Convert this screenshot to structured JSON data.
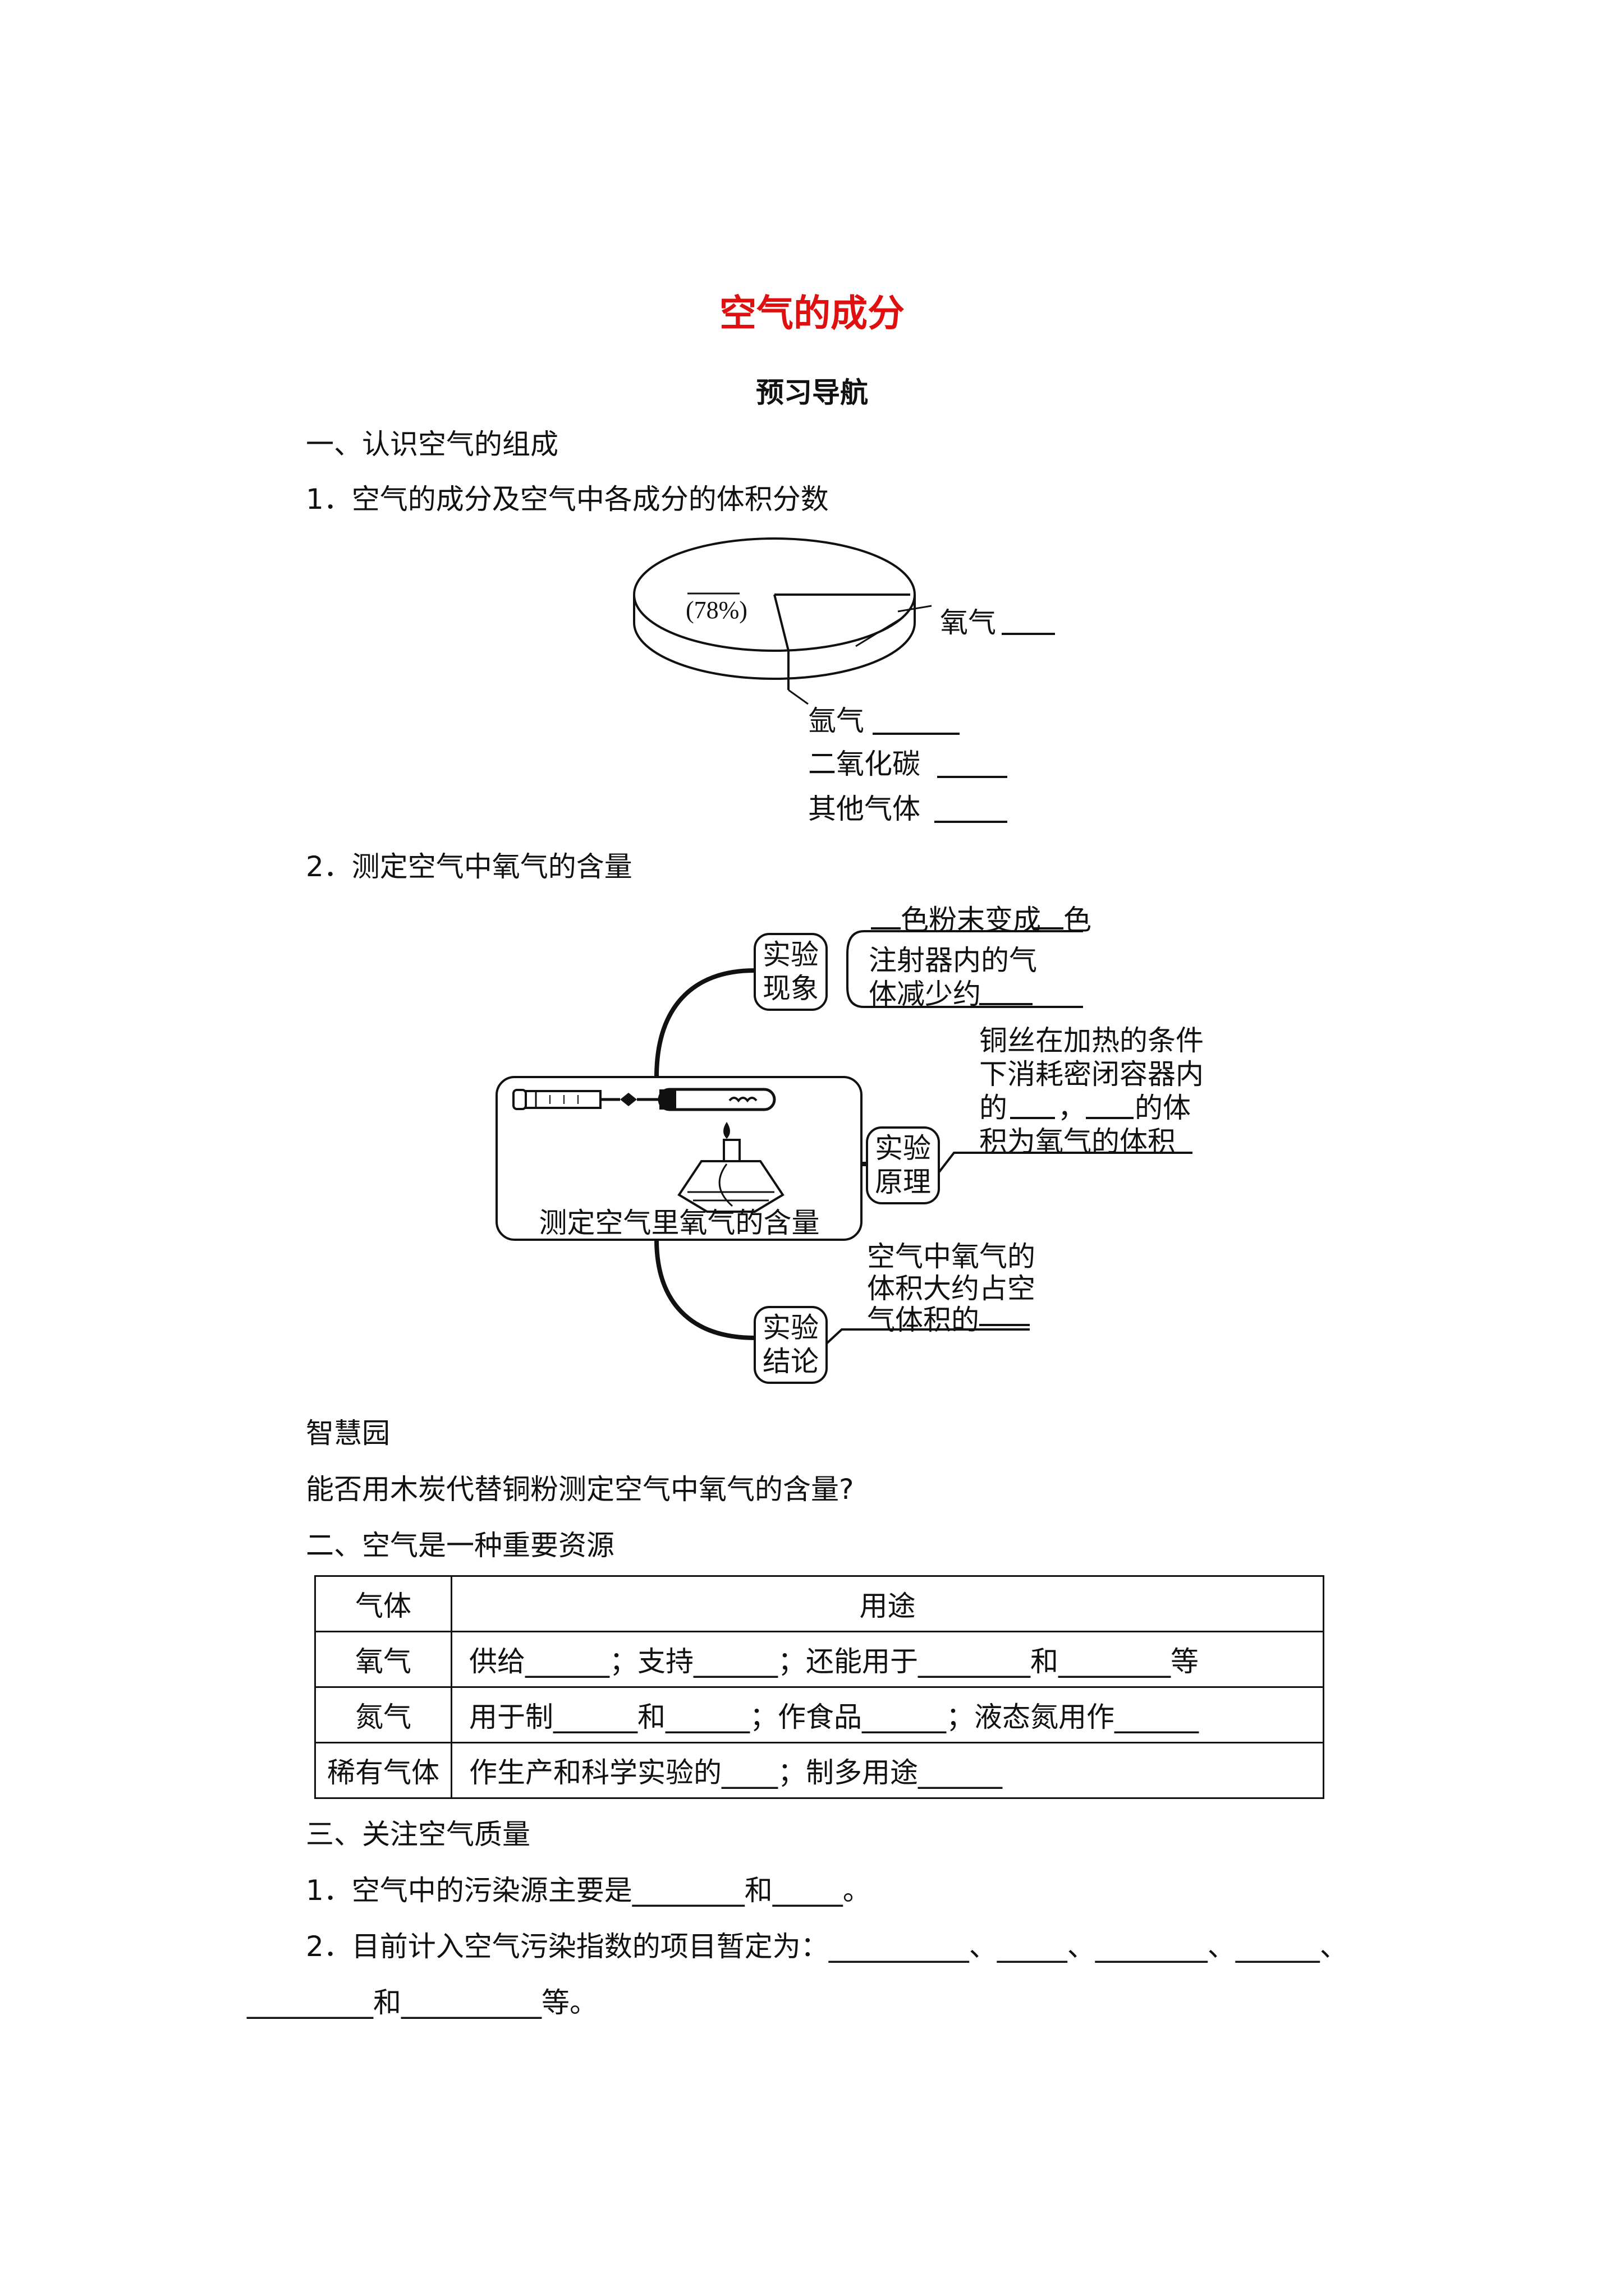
{
  "title": "空气的成分",
  "subtitle": "预习导航",
  "sections": {
    "s1_heading": "一、认识空气的组成",
    "s1_item1": "1．空气的成分及空气中各成分的体积分数",
    "s1_item2": "2．测定空气中氧气的含量",
    "wisdom_heading": "智慧园",
    "wisdom_question": "能否用木炭代替铜粉测定空气中氧气的含量?",
    "s2_heading": "二、空气是一种重要资源",
    "s3_heading": "三、关注空气质量",
    "s3_item1": "1．空气中的污染源主要是________和_____。",
    "s3_item2a": "2．目前计入空气污染指数的项目暂定为：__________、_____、________、______、",
    "s3_item2b": "_________和__________等。"
  },
  "pie": {
    "nitrogen_label": "(78%)",
    "oxygen_label": "氧气",
    "argon_label": "氩气",
    "co2_label": "二氧化碳",
    "other_label": "其他气体"
  },
  "mindmap": {
    "center_label": "测定空气里氧气的含量",
    "phenomenon_box": [
      "实验",
      "现象"
    ],
    "principle_box": [
      "实验",
      "原理"
    ],
    "conclusion_box": [
      "实验",
      "结论"
    ],
    "phenomenon_lines": [
      "色粉末变成",
      "色",
      "注射器内的气",
      "体减少约"
    ],
    "principle_lines": [
      "铜丝在加热的条件",
      "下消耗密闭容器内",
      "的",
      "，",
      "的体",
      "积为氧气的体积"
    ],
    "conclusion_lines": [
      "空气中氧气的",
      "体积大约占空",
      "气体积的"
    ]
  },
  "table": {
    "header": [
      "气体",
      "用途"
    ],
    "rows": [
      [
        "氧气",
        "供给______；支持______；还能用于________和________等"
      ],
      [
        "氮气",
        "用于制______和______；作食品______；液态氮用作______"
      ],
      [
        "稀有气体",
        "作生产和科学实验的____；制多用途______"
      ]
    ]
  }
}
